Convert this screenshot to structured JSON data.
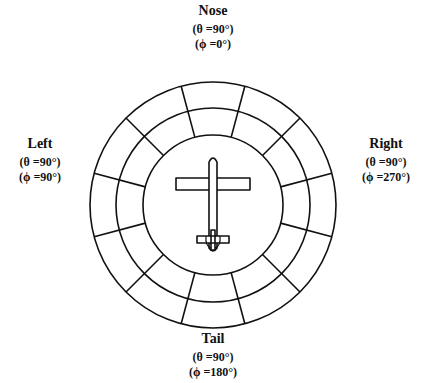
{
  "diagram": {
    "labels": [
      "Nose",
      "(θ =90°)",
      "(ϕ =0°)",
      "Left",
      "(θ =90°)",
      "(ϕ =90°)",
      "Right",
      "(θ =90°)",
      "(ϕ =270°)",
      "Tail",
      "(θ =90°)",
      "(ϕ =180°)"
    ]
  }
}
